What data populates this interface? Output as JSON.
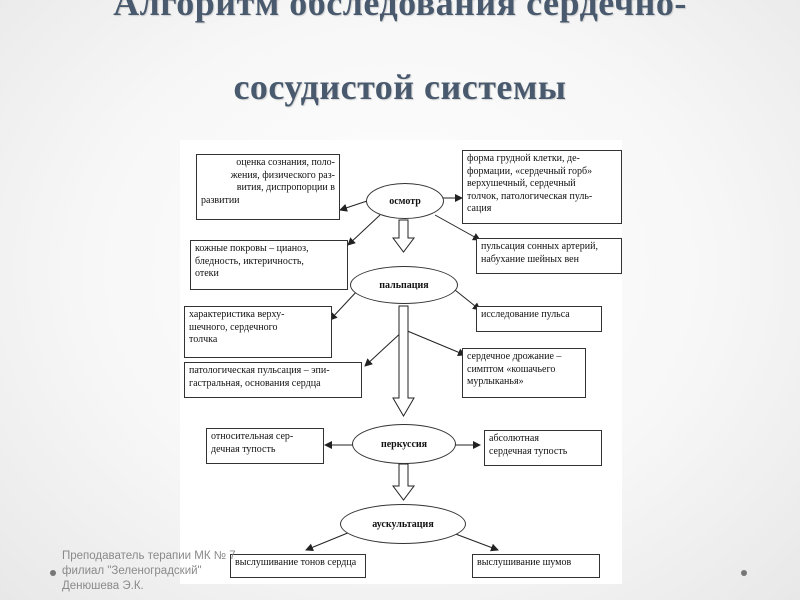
{
  "slide": {
    "title_line1": "Алгоритм обследования сердечно-",
    "title_line2": "сосудистой системы",
    "footer": [
      "Преподаватель терапии МК № 7",
      "филиал \"Зеленоградский\"",
      "Денюшева Э.К."
    ]
  },
  "diagram": {
    "nodes": {
      "inspection": "осмотр",
      "palpation": "пальпация",
      "percussion": "перкуссия",
      "auscultation": "аускультация"
    },
    "boxes": {
      "consciousness": [
        "оценка сознания, поло-",
        "жения, физического раз-",
        "вития,  диспропорции в",
        "развитии"
      ],
      "chest": [
        "форма грудной клетки, де-",
        "формации, «сердечный горб»",
        "верхушечный, сердечный",
        "толчок, патологическая пуль-",
        "сация"
      ],
      "skin": [
        "кожные покровы – цианоз,",
        "бледность, иктеричность,",
        "отеки"
      ],
      "neck_vessels": [
        "пульсация сонных артерий,",
        "набухание шейных вен"
      ],
      "apex_beat": [
        "характеристика верху-",
        "шечного, сердечного",
        "толчка"
      ],
      "pulse": [
        "исследование пульса"
      ],
      "patho_pulsation": [
        "патологическая пульсация – эпи-",
        "гастральная, основания сердца"
      ],
      "tremor": [
        "сердечное дрожание –",
        "симптом «кошачьего",
        "мурлыканья»"
      ],
      "relative_dullness": [
        "относительная сер-",
        "дечная тупость"
      ],
      "absolute_dullness": [
        "абсолютная",
        "сердечная тупость"
      ],
      "heart_tones": [
        "выслушивание тонов сердца"
      ],
      "murmurs": [
        "выслушивание шумов"
      ]
    }
  }
}
